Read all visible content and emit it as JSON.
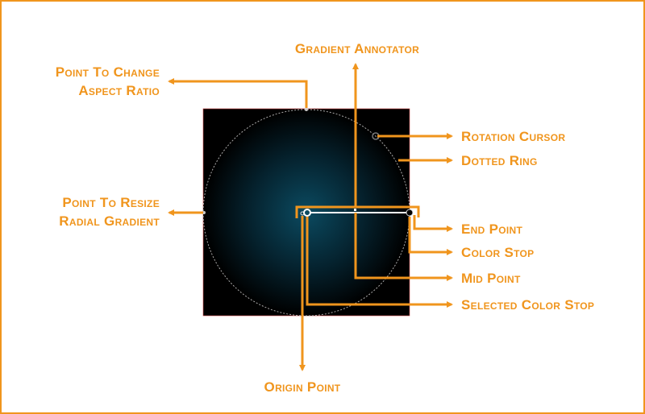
{
  "title": "Gradient Annotator",
  "labels": {
    "aspect_1": "Point To Change",
    "aspect_2": "Aspect Ratio",
    "resize_1": "Point To Resize",
    "resize_2": "Radial Gradient",
    "rotation": "Rotation Cursor",
    "ring": "Dotted Ring",
    "end": "End Point",
    "color_stop": "Color Stop",
    "mid": "Mid Point",
    "selected": "Selected Color Stop",
    "origin": "Origin Point"
  },
  "colors": {
    "accent": "#f0951d",
    "gradient_center": "#0b4a60",
    "gradient_edge": "#000000"
  }
}
